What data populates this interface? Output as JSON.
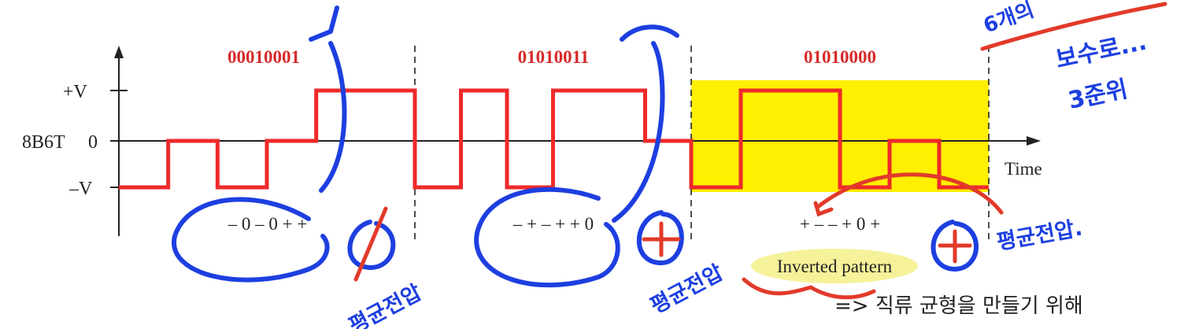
{
  "axis": {
    "y_labels": {
      "top": "+V",
      "middle": "0",
      "bottom": "–V"
    },
    "signal_name": "8B6T",
    "x_label": "Time"
  },
  "groups": [
    {
      "bits": "00010001",
      "symbols": "– 0 – 0 + +",
      "levels": [
        -1,
        0,
        -1,
        0,
        1,
        1
      ]
    },
    {
      "bits": "01010011",
      "symbols": "– + – + + 0",
      "levels": [
        -1,
        1,
        -1,
        1,
        1,
        0
      ]
    },
    {
      "bits": "01010000",
      "symbols": "+ – – + 0 +",
      "levels": [
        -1,
        1,
        1,
        -1,
        0,
        -1
      ],
      "inverted": true
    }
  ],
  "inverted_label": "Inverted pattern",
  "annotations": {
    "balance_labels": [
      "평균전압",
      "평균전압",
      "평균전압."
    ],
    "note": "=> 직류 균형을 만들기 위해",
    "corner_note": [
      "6개의",
      "보수로...",
      "3준위"
    ]
  },
  "colors": {
    "signal": "#ee2a2a",
    "bits_text": "#d62a2a",
    "highlight": "#ffef00",
    "ink_blue": "#1d3fe0",
    "ink_red": "#e23a2a",
    "label_highlight": "#f6f29a"
  }
}
